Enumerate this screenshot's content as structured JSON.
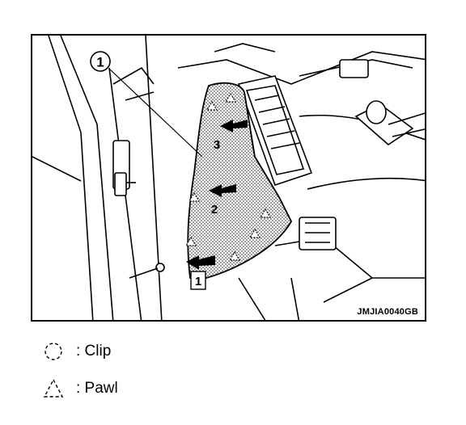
{
  "figure": {
    "code": "JMJIA0040GB",
    "callouts": {
      "part": "1",
      "step1": "1",
      "step2": "2",
      "step3": "3"
    }
  },
  "legend": [
    {
      "symbol": "clip-icon",
      "label": ": Clip"
    },
    {
      "symbol": "pawl-icon",
      "label": ": Pawl"
    }
  ]
}
